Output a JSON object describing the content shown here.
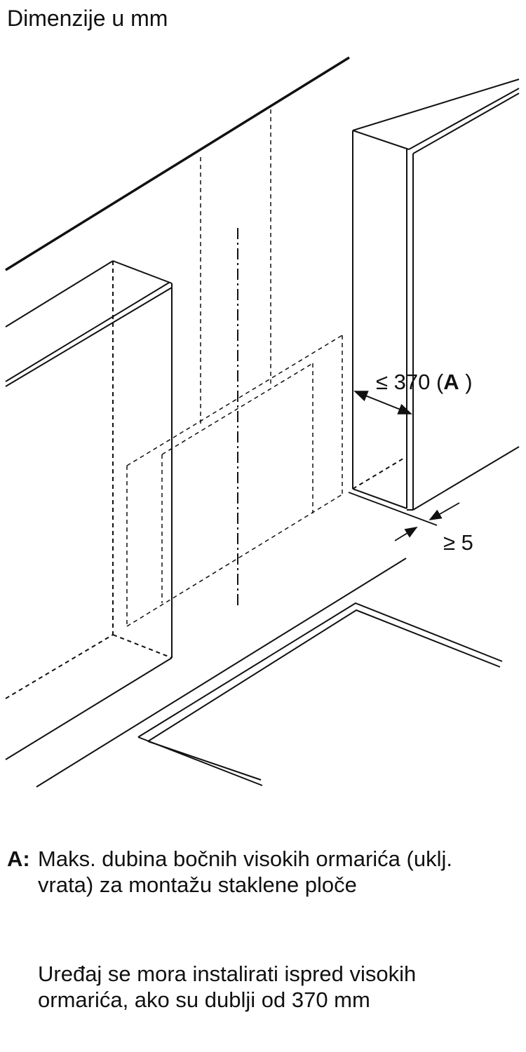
{
  "title": "Dimenzije u mm",
  "dimensions": {
    "depth_prefix": "≤ 370 (",
    "depth_ref": "A",
    "depth_suffix": " )",
    "gap": "≥ 5"
  },
  "notes": {
    "key": "A:",
    "text": "Maks. dubina bočnih visokih ormarića (uklj. vrata) za montažu staklene ploče",
    "extra": "Uređaj se mora instalirati ispred visokih ormarića, ako su dublji od 370 mm"
  }
}
